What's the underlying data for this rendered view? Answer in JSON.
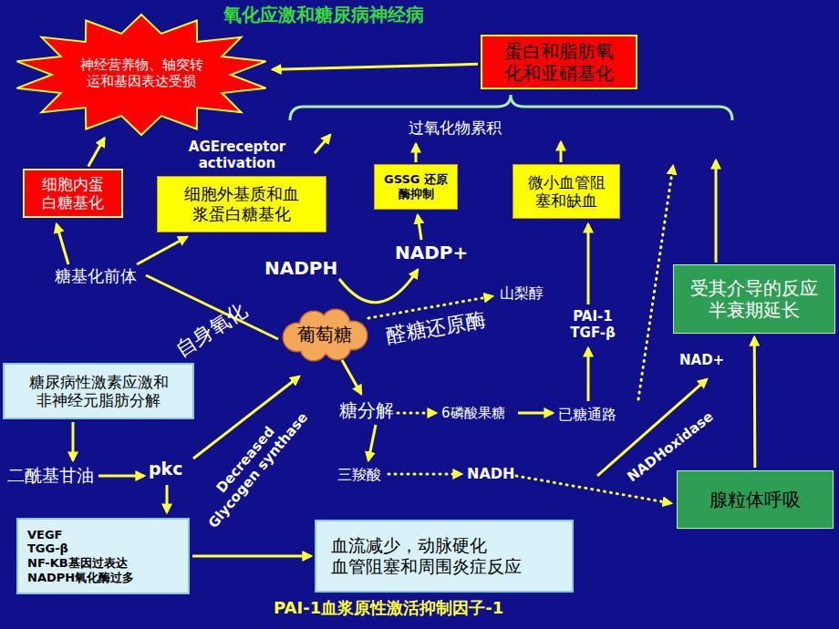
{
  "diagram": {
    "title": "氧化应激和糖尿病神经病",
    "caption": "PAI-1血浆原性激活抑制因子-1",
    "nodes": [
      {
        "text": [
          "神经营养物、轴突转运和基因表达受损"
        ]
      },
      {
        "text": [
          "蛋白和脂肪氧化和亚硝基化"
        ]
      },
      {
        "text": [
          "细胞内蛋白糖基化"
        ]
      },
      {
        "text": [
          "细胞外基质和血浆蛋白糖基化"
        ]
      },
      {
        "text": [
          "GSSG 还原酶抑制"
        ]
      },
      {
        "text": [
          "微小血管阻塞和缺血"
        ]
      },
      {
        "text": [
          "受其介导的反应半衰期延长"
        ]
      },
      {
        "text": [
          "葡萄糖"
        ]
      },
      {
        "text": [
          "糖尿病性激素应激和非神经元脂肪分解"
        ]
      },
      {
        "text": [
          "VEGF",
          "TGG-β",
          "NF-KB基因过表达",
          "NADPH氧化酶过多"
        ]
      },
      {
        "text": [
          "血流减少，动脉硬化",
          "血管阻塞和周围炎症反应"
        ]
      },
      {
        "text": [
          "腺粒体呼吸"
        ]
      }
    ],
    "edges": [
      {
        "from": 1,
        "to": 0,
        "arrow": "to"
      },
      {
        "from": 2,
        "to": 0,
        "arrow": "to"
      },
      {
        "from": 9,
        "to": 10,
        "arrow": "to"
      },
      {
        "from": 11,
        "to": 6,
        "arrow": "to"
      }
    ],
    "labels": [
      "过氧化物累积",
      "AGEreceptor activation",
      "糖基化前体",
      "NADPH",
      "NADP+",
      "山梨醇",
      "PAI-1 TGF-β",
      "NAD+",
      "自身氧化",
      "醛糖还原酶",
      "糖分解",
      "6磷酸果糖",
      "已糖通路",
      "三羧酸",
      "NADH",
      "二酰基甘油",
      "pkc",
      "Decreased Glycogen synthase",
      "NADHoxidase"
    ]
  }
}
